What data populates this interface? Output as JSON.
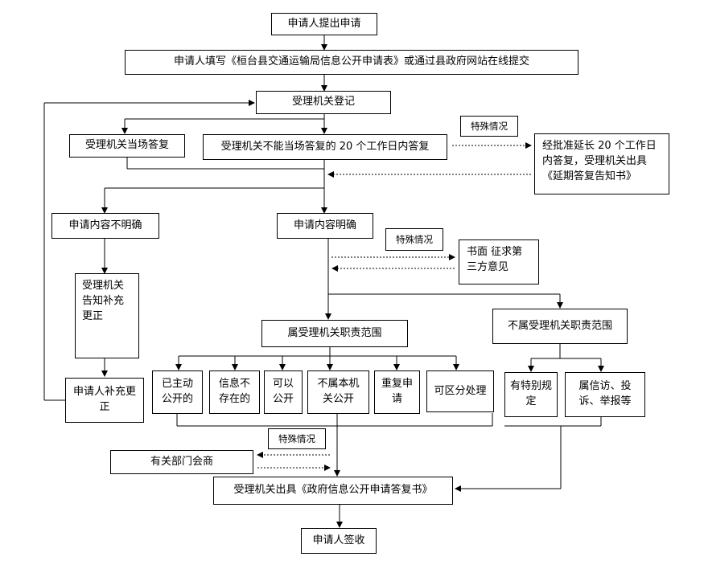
{
  "nodes": {
    "apply": "申请人提出申请",
    "fill_form": "申请人填写《桓台县交通运输局信息公开申请表》或通过县政府网站在线提交",
    "register": "受理机关登记",
    "reply_on_spot": "受理机关当场答复",
    "reply_20days": "受理机关不能当场答复的 20 个工作日内答复",
    "special_1": "特殊情况",
    "extend": "经批准延长 20 个工作日内答复，受理机关出具《延期答复告知书》",
    "unclear": "申请内容不明确",
    "clear": "申请内容明确",
    "special_2": "特殊情况",
    "third_party": "书面 征求第三方意见",
    "notify_correct": "受理机关告知补充更正",
    "applicant_correct": "申请人补充更正",
    "in_scope": "属受理机关职责范围",
    "out_scope": "不属受理机关职责范围",
    "opt_disclosed": "已主动公开的",
    "opt_not_exist": "信息不存在的",
    "opt_can_open": "可以公开",
    "opt_not_open": "不属本机关公开",
    "opt_repeat": "重复申请",
    "opt_separate": "可区分处理",
    "opt_special_rule": "有特别规定",
    "opt_petition": "属信访、投诉、举报等",
    "special_3": "特殊情况",
    "consult": "有关部门会商",
    "issue_reply": "受理机关出具《政府信息公开申请答复书》",
    "sign": "申请人签收"
  }
}
